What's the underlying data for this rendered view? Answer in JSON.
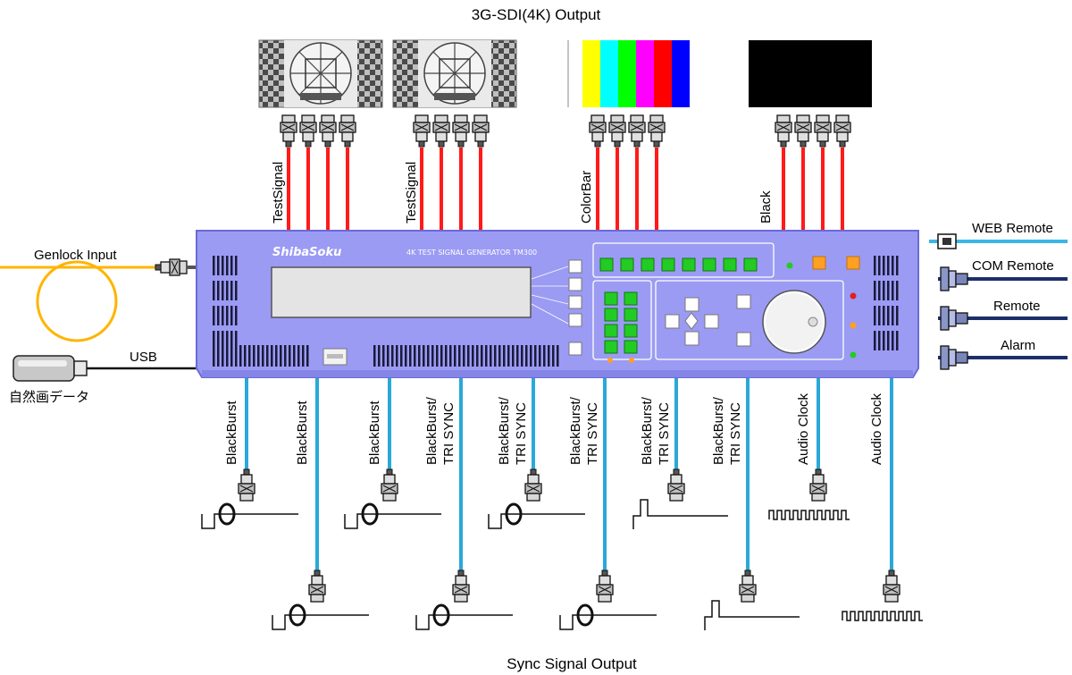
{
  "diagram": {
    "top_title": "3G-SDI(4K) Output",
    "bottom_title": "Sync Signal Output",
    "device_brand": "ShibaSoku",
    "device_model": "4K TEST SIGNAL GENERATOR TM300",
    "sdi_groups": [
      {
        "label": "TestSignal",
        "picture": "test-chart"
      },
      {
        "label": "TestSignal",
        "picture": "test-chart"
      },
      {
        "label": "ColorBar",
        "picture": "color-bars"
      },
      {
        "label": "Black",
        "picture": "black-field"
      }
    ],
    "color_bars": [
      "#ffff00",
      "#00ffff",
      "#00ff00",
      "#ff00ff",
      "#ff0000",
      "#0000ff"
    ],
    "left_connections": {
      "genlock": "Genlock Input",
      "usb": "USB",
      "usb_device": "自然画データ"
    },
    "right_connections": [
      "WEB Remote",
      "COM Remote",
      "Remote",
      "Alarm"
    ],
    "sync_outputs": [
      {
        "line1": "BlackBurst",
        "line2": "",
        "waveform": "blackburst"
      },
      {
        "line1": "BlackBurst",
        "line2": "",
        "waveform": "blackburst"
      },
      {
        "line1": "BlackBurst",
        "line2": "",
        "waveform": "blackburst"
      },
      {
        "line1": "BlackBurst/",
        "line2": "TRI SYNC",
        "waveform": "blackburst"
      },
      {
        "line1": "BlackBurst/",
        "line2": "TRI SYNC",
        "waveform": "blackburst"
      },
      {
        "line1": "BlackBurst/",
        "line2": "TRI SYNC",
        "waveform": "blackburst"
      },
      {
        "line1": "BlackBurst/",
        "line2": "TRI SYNC",
        "waveform": "trisync"
      },
      {
        "line1": "BlackBurst/",
        "line2": "TRI SYNC",
        "waveform": "trisync"
      },
      {
        "line1": "Audio Clock",
        "line2": "",
        "waveform": "clock"
      },
      {
        "line1": "Audio Clock",
        "line2": "",
        "waveform": "clock"
      }
    ],
    "colors": {
      "sdi_cable": "#ff1a1a",
      "sync_cable": "#2aa8d8",
      "genlock_cable": "#ffb400",
      "remote_cable": "#1c2f6a",
      "web_cable": "#3bb6e6",
      "device_body": "#9b9bf4",
      "device_edge": "#6a6ad8",
      "panel_button": "#22cc22",
      "orange_button": "#ffa020"
    }
  }
}
